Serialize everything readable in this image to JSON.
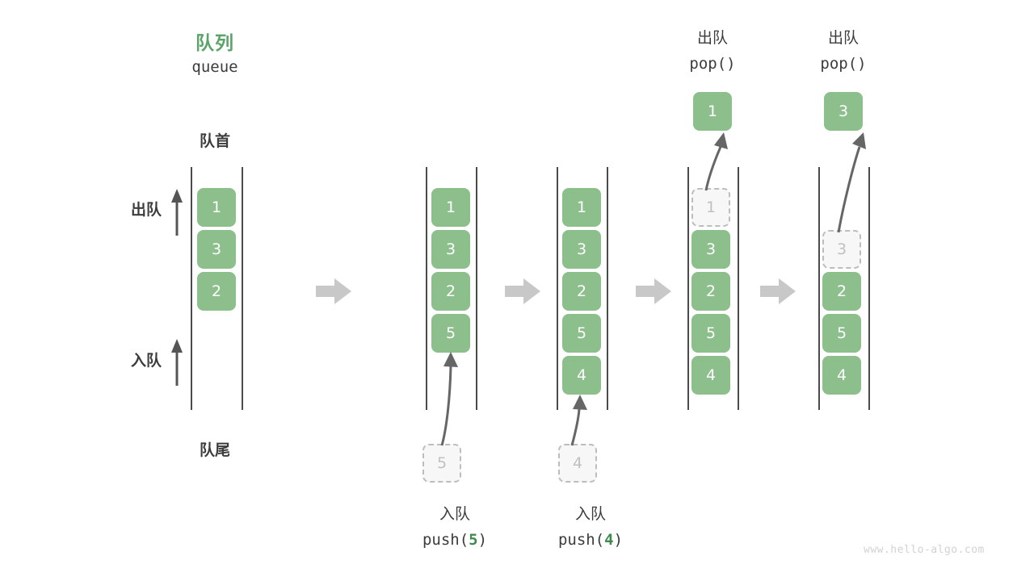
{
  "diagram": {
    "title_cn": "队列",
    "title_en": "queue",
    "front_label": "队首",
    "rear_label": "队尾",
    "dequeue_side_label": "出队",
    "enqueue_side_label": "入队",
    "accent_color": "#5aa469",
    "cell_color": "#8cbf8c",
    "ghost_color": "#f7f7f7",
    "arrow_color": "#c8c8c8",
    "watermark": "www.hello-algo.com"
  },
  "stages": [
    {
      "id": "initial",
      "top_label_cn": "",
      "top_label_code": "",
      "cells": [
        "1",
        "3",
        "2"
      ],
      "bottom_label_cn": "",
      "bottom_label_code": ""
    },
    {
      "id": "push-5",
      "top_label_cn": "",
      "top_label_code": "",
      "cells": [
        "1",
        "3",
        "2",
        "5"
      ],
      "incoming_value": "5",
      "bottom_label_cn": "入队",
      "bottom_label_code_pre": "push(",
      "bottom_label_code_num": "5",
      "bottom_label_code_post": ")"
    },
    {
      "id": "push-4",
      "top_label_cn": "",
      "top_label_code": "",
      "cells": [
        "1",
        "3",
        "2",
        "5",
        "4"
      ],
      "incoming_value": "4",
      "bottom_label_cn": "入队",
      "bottom_label_code_pre": "push(",
      "bottom_label_code_num": "4",
      "bottom_label_code_post": ")"
    },
    {
      "id": "pop-1",
      "top_label_cn": "出队",
      "top_label_code": "pop()",
      "popped_value": "1",
      "ghost_value": "1",
      "cells": [
        "3",
        "2",
        "5",
        "4"
      ],
      "bottom_label_cn": "",
      "bottom_label_code": ""
    },
    {
      "id": "pop-3",
      "top_label_cn": "出队",
      "top_label_code": "pop()",
      "popped_value": "3",
      "ghost_value": "3",
      "cells": [
        "2",
        "5",
        "4"
      ],
      "bottom_label_cn": "",
      "bottom_label_code": ""
    }
  ],
  "chart_data": {
    "type": "diagram",
    "title": "队列 queue — push / pop 操作示意",
    "sequence": [
      {
        "step": 1,
        "op": "initial",
        "queue_front_to_rear": [
          "1",
          "3",
          "2"
        ]
      },
      {
        "step": 2,
        "op": "push(5)",
        "queue_front_to_rear": [
          "1",
          "3",
          "2",
          "5"
        ]
      },
      {
        "step": 3,
        "op": "push(4)",
        "queue_front_to_rear": [
          "1",
          "3",
          "2",
          "5",
          "4"
        ]
      },
      {
        "step": 4,
        "op": "pop()",
        "returned": "1",
        "queue_front_to_rear": [
          "3",
          "2",
          "5",
          "4"
        ]
      },
      {
        "step": 5,
        "op": "pop()",
        "returned": "3",
        "queue_front_to_rear": [
          "2",
          "5",
          "4"
        ]
      }
    ]
  }
}
